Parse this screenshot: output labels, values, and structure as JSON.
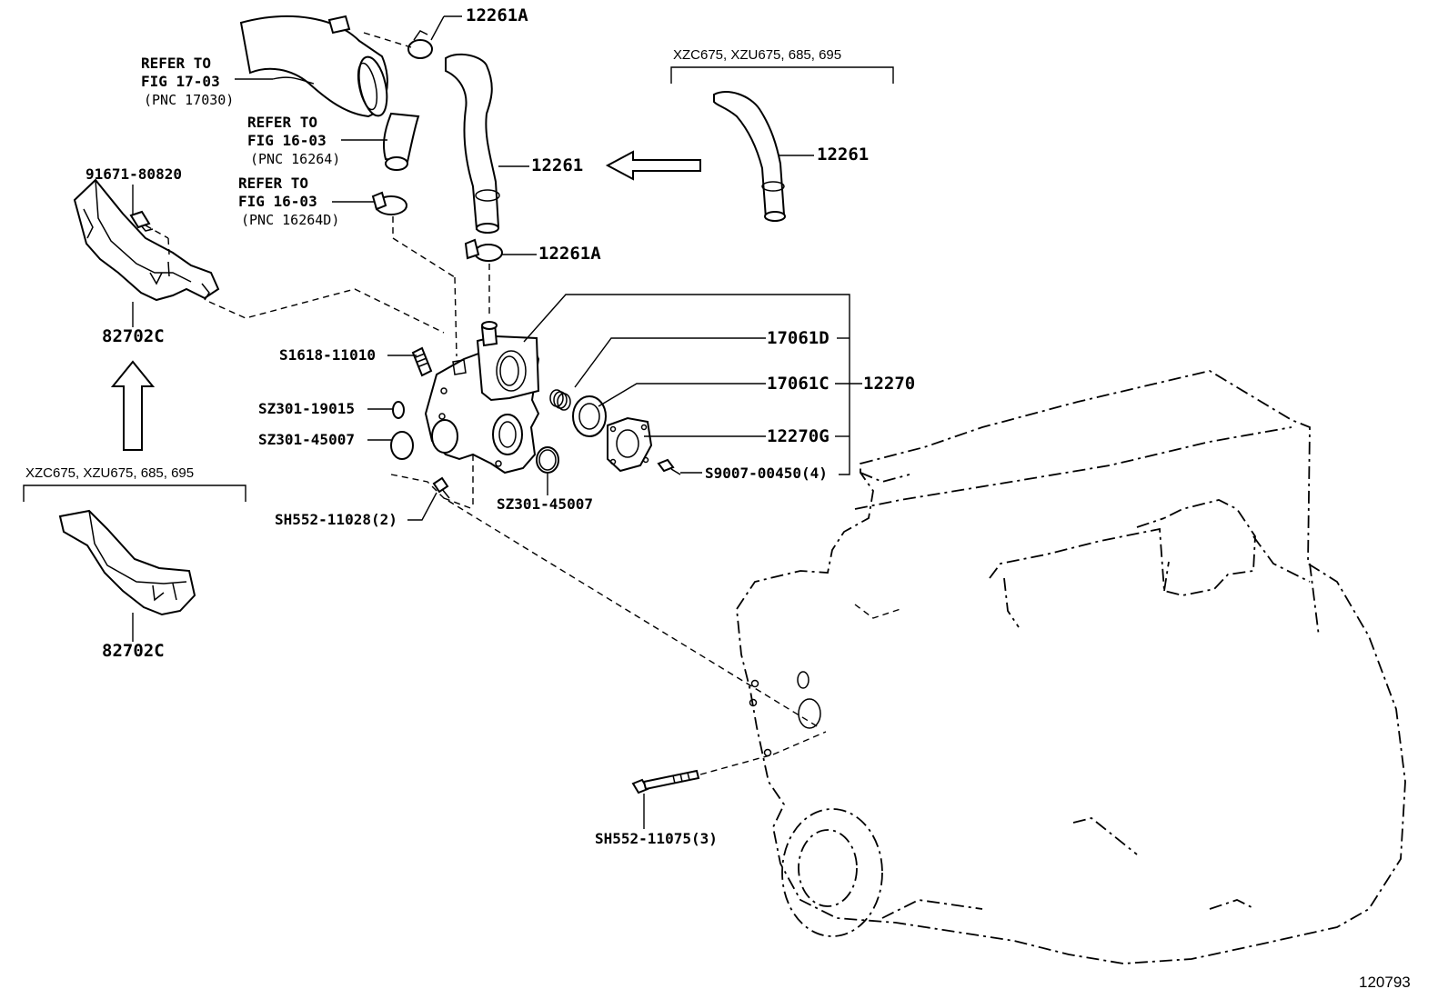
{
  "diagram": {
    "illustration_no": "120793",
    "variant_note": "XZC675, XZU675, 685, 695",
    "references": [
      {
        "line1": "REFER TO",
        "line2": "FIG 17-03",
        "line3": "(PNC 17030)"
      },
      {
        "line1": "REFER TO",
        "line2": "FIG 16-03",
        "line3": "(PNC 16264)"
      },
      {
        "line1": "REFER TO",
        "line2": "FIG 16-03",
        "line3": "(PNC 16264D)"
      }
    ],
    "parts": {
      "clamp_top": "12261A",
      "hose_main": "12261",
      "hose_alt": "12261",
      "clamp_lower": "12261A",
      "bolt_bracket": "91671-80820",
      "bracket_main": "82702C",
      "bracket_alt": "82702C",
      "stud": "S1618-11010",
      "oring_small": "SZ301-19015",
      "oring_large": "SZ301-45007",
      "oring_right": "SZ301-45007",
      "bolt_housing": "SH552-11028(2)",
      "bolt_engine": "SH552-11075(3)",
      "gasket_d": "17061D",
      "gasket_c": "17061C",
      "assembly": "12270",
      "cover": "12270G",
      "screw_cover": "S9007-00450(4)"
    }
  }
}
